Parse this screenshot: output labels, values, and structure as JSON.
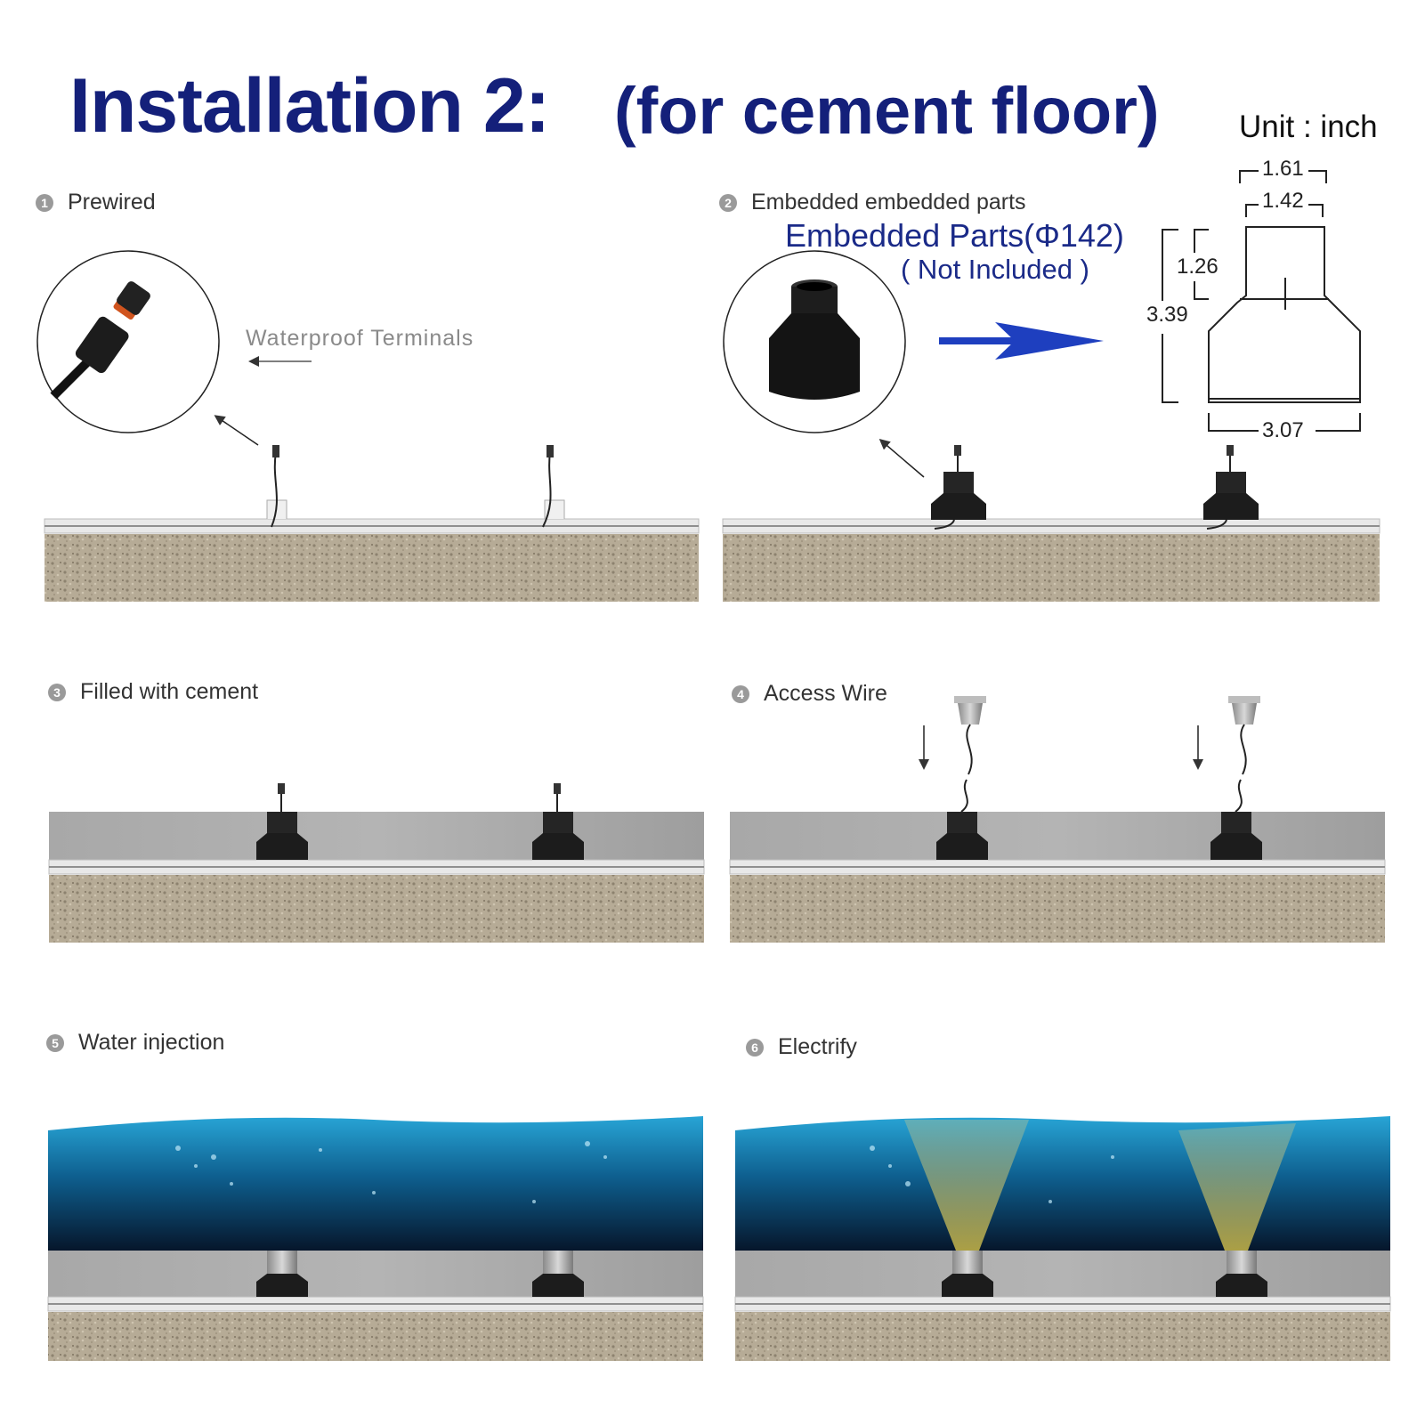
{
  "title": "Installation 2:",
  "title_sub": "(for cement floor)",
  "unit_label": "Unit : inch",
  "steps": [
    {
      "num": "1",
      "label": "Prewired"
    },
    {
      "num": "2",
      "label": "Embedded embedded parts"
    },
    {
      "num": "3",
      "label": "Filled with cement"
    },
    {
      "num": "4",
      "label": "Access Wire"
    },
    {
      "num": "5",
      "label": "Water injection"
    },
    {
      "num": "6",
      "label": "Electrify"
    }
  ],
  "callout_terminals": "Waterproof Terminals",
  "embedded_title": "Embedded Parts(Φ142)",
  "embedded_note": "( Not Included )",
  "dimensions": {
    "top_outer": "1.61",
    "top_inner": "1.42",
    "neck_height": "1.26",
    "total_height": "3.39",
    "base_width": "3.07"
  },
  "colors": {
    "title": "#14207a",
    "arrow": "#1e3fbf",
    "water_top": "#1a8fc0",
    "water_bottom": "#0a1e3a",
    "cement": "#a9a9a9",
    "ground": "#b8ad98",
    "part": "#2a2a2a"
  }
}
